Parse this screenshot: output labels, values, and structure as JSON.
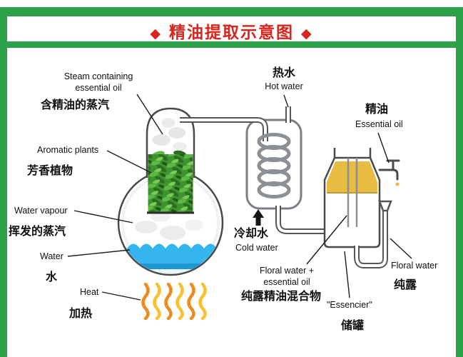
{
  "header": {
    "diamond": "◆",
    "title": "精油提取示意图"
  },
  "colors": {
    "frame_green": "#2ba14a",
    "title_red": "#d7261d",
    "water_blue": "#35b5ef",
    "oil_yellow": "#e8bb41",
    "plant_green": "#3f9230",
    "flame_orange": "#f08c1e",
    "flame_yellow": "#fbc02d"
  },
  "labels": {
    "steam": {
      "en": "Steam containing\nessential oil",
      "zh": "含精油的蒸汽"
    },
    "plants": {
      "en": "Aromatic plants",
      "zh": "芳香植物"
    },
    "vapour": {
      "en": "Water vapour",
      "zh": "挥发的蒸汽"
    },
    "water": {
      "en": "Water",
      "zh": "水"
    },
    "heat": {
      "en": "Heat",
      "zh": "加热"
    },
    "hot_water": {
      "zh": "热水",
      "en": "Hot water"
    },
    "cold_water": {
      "zh": "冷却水",
      "en": "Cold water"
    },
    "essential_oil": {
      "zh": "精油",
      "en": "Essential oil"
    },
    "floral_mix": {
      "en": "Floral water +\nessential oil",
      "zh": "纯露精油混合物"
    },
    "essencier": {
      "en": "\"Essencier\"",
      "zh": "储罐"
    },
    "floral_water": {
      "en": "Floral water",
      "zh": "纯露"
    }
  }
}
